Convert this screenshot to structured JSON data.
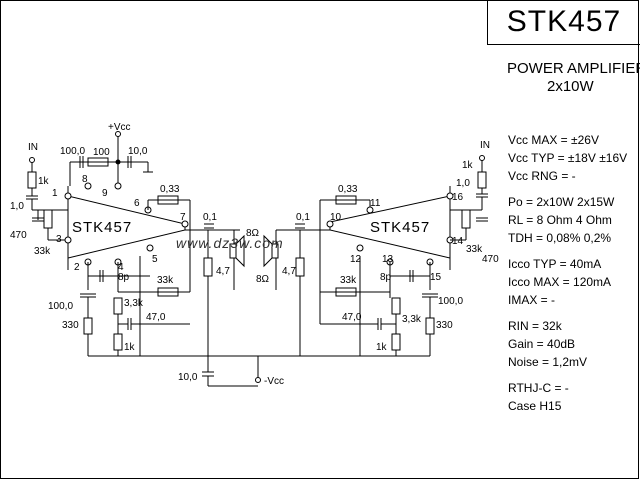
{
  "title": "STK457",
  "subtitle_line1": "POWER AMPLIFIER",
  "subtitle_line2": "2x10W",
  "specs": [
    "Vcc MAX = ±26V",
    "Vcc TYP = ±18V   ±16V",
    "Vcc RNG = -",
    "Po = 2x10W       2x15W",
    "RL = 8 Ohm     4 Ohm",
    "TDH = 0,08%     0,2%",
    "Icco TYP = 40mA",
    "Icco MAX = 120mA",
    "IMAX =     -",
    "RIN = 32k",
    "Gain = 40dB",
    "Noise = 1,2mV",
    "RTHJ-C = -",
    "Case H15"
  ],
  "chip_left": "STK457",
  "chip_right": "STK457",
  "watermark": "www.dz3w.com",
  "supply_pos": "+Vcc",
  "supply_neg": "-Vcc",
  "labels": {
    "in_left": "IN",
    "in_right": "IN",
    "r1k_a": "1k",
    "c10_a": "1,0",
    "r470_a": "470",
    "r33k_a": "33k",
    "c100_top": "100,0",
    "r100": "100",
    "c10_top": "10,0",
    "r033_a": "0,33",
    "c01_a": "0,1",
    "r47_a": "4,7",
    "spk_a": "8Ω",
    "spk_b": "8Ω",
    "r033_b": "0,33",
    "c01_b": "0,1",
    "r47_b": "4,7",
    "c8p_a": "8p",
    "r33k_b": "33k",
    "c100_a": "100,0",
    "r330_a": "330",
    "r33_a": "3,3k",
    "c47_a": "47,0",
    "r1k_b": "1k",
    "c8p_b": "8p",
    "r33k_c": "33k",
    "c100_b": "100,0",
    "r330_b": "330",
    "r33_b": "3,3k",
    "c47_b": "47,0",
    "r1k_c": "1k",
    "r1k_d": "1k",
    "c10_b": "1,0",
    "r470_b": "470",
    "r33k_d": "33k",
    "c10_bottom": "10,0",
    "p1": "1",
    "p2": "2",
    "p3": "3",
    "p4": "4",
    "p5": "5",
    "p6": "6",
    "p7": "7",
    "p8": "8",
    "p9": "9",
    "p10": "10",
    "p11": "11",
    "p12": "12",
    "p13": "13",
    "p14": "14",
    "p15": "15",
    "p16": "16"
  }
}
